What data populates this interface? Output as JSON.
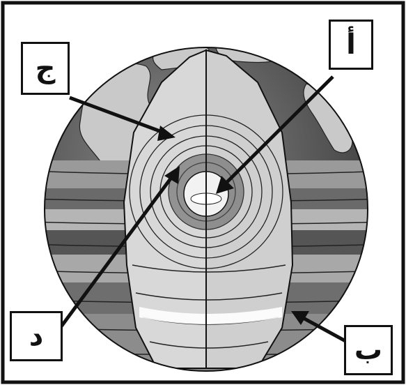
{
  "diagram": {
    "labels": {
      "a": "أ",
      "b": "ب",
      "c": "ج",
      "d": "د"
    }
  },
  "colors": {
    "frame": "#111111",
    "ocean": "#5d5d5d",
    "land": "#c9c9c9",
    "layer_dark": "#3a3a3a",
    "layer_light": "#d8d8d8"
  }
}
